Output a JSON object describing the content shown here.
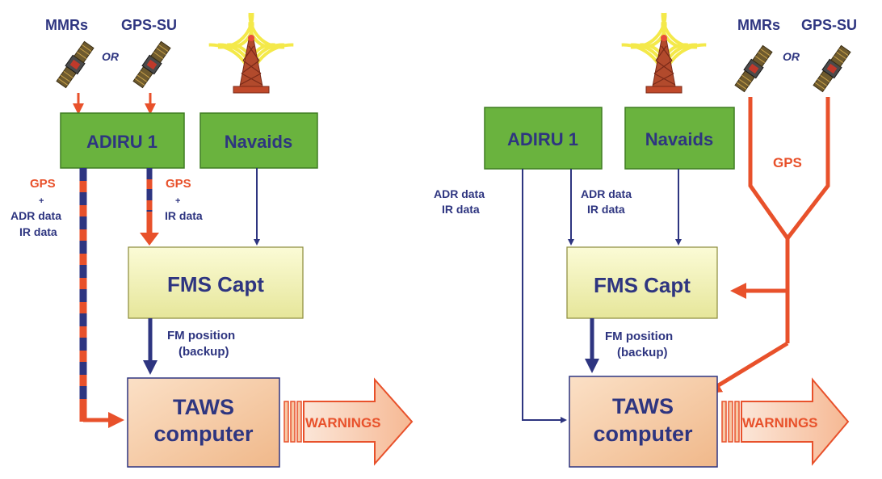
{
  "colors": {
    "navy": "#2e3580",
    "orange": "#e8512b",
    "green_box": "#6ab33e",
    "fms_box": "#f2f2b5",
    "taws_box": "#f5c8a0",
    "warnings_arrow": "#f8c8a8"
  },
  "icons": [
    "satellite-icon",
    "radio-tower-icon"
  ],
  "left": {
    "mmrs_label": "MMRs",
    "or_label": "OR",
    "gpssu_label": "GPS-SU",
    "adiru_label": "ADIRU 1",
    "navaids_label": "Navaids",
    "gps_left_label": "GPS",
    "plus_left_label": "+",
    "adr_left_label": "ADR data",
    "ir_left_label": "IR data",
    "gps_mid_label": "GPS",
    "plus_mid_label": "+",
    "ir_mid_label": "IR data",
    "fms_label": "FMS Capt",
    "fm_position_label": "FM position",
    "backup_label": "(backup)",
    "taws_line1": "TAWS",
    "taws_line2": "computer",
    "warnings_label": "WARNINGS"
  },
  "right": {
    "mmrs_label": "MMRs",
    "or_label": "OR",
    "gpssu_label": "GPS-SU",
    "adiru_label": "ADIRU 1",
    "navaids_label": "Navaids",
    "gps_label": "GPS",
    "adr_left_label": "ADR data",
    "ir_left_label": "IR data",
    "adr_mid_label": "ADR data",
    "ir_mid_label": "IR data",
    "fms_label": "FMS Capt",
    "fm_position_label": "FM position",
    "backup_label": "(backup)",
    "taws_line1": "TAWS",
    "taws_line2": "computer",
    "warnings_label": "WARNINGS"
  }
}
